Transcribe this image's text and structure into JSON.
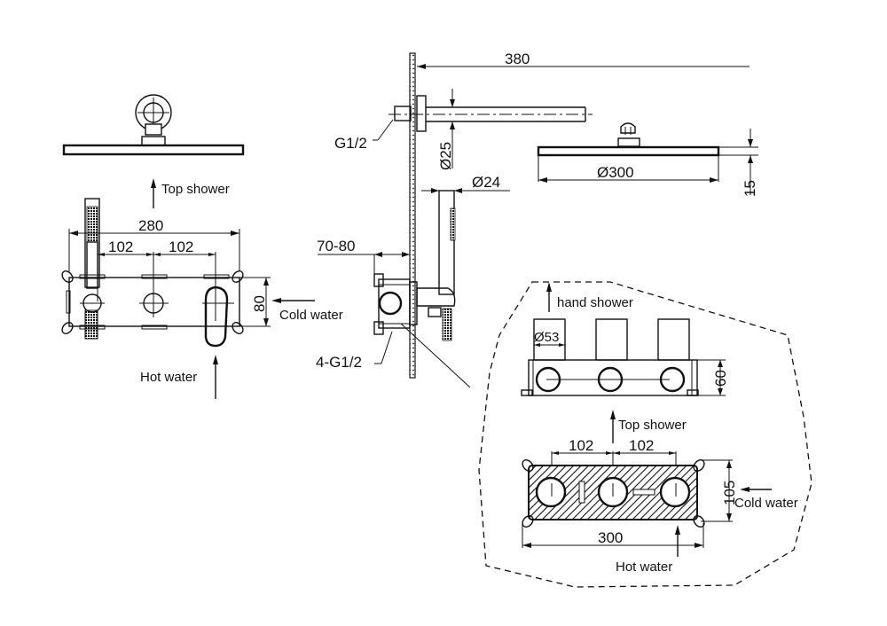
{
  "drawing": {
    "type": "technical-drawing",
    "subject": "concealed thermostatic shower set with top shower and hand shower"
  },
  "labels": {
    "top_shower_left": "Top shower",
    "cold_water_left": "Cold water",
    "hot_water_left": "Hot water",
    "hand_shower": "hand shower",
    "top_shower_detail": "Top shower",
    "cold_water_detail": "Cold water",
    "hot_water_detail": "Hot water",
    "g12": "G1/2",
    "g12_4": "4-G1/2"
  },
  "dimensions": {
    "front_width": "280",
    "front_spacing_left": "102",
    "front_spacing_right": "102",
    "front_height": "80",
    "arm_length": "380",
    "arm_diameter": "Ø25",
    "hand_diameter": "Ø24",
    "head_diameter": "Ø300",
    "head_thickness": "15",
    "wall_depth": "70-80",
    "knob_diameter": "Ø53",
    "box_depth": "60",
    "box_spacing_left": "102",
    "box_spacing_right": "102",
    "box_height": "105",
    "box_width": "300"
  }
}
